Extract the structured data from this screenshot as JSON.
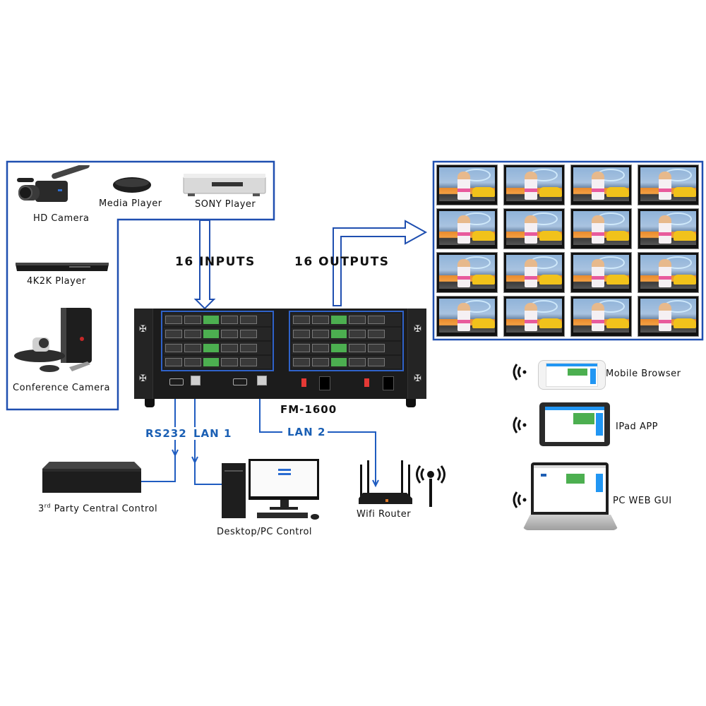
{
  "colors": {
    "line_blue": "#1f4fb0",
    "label_blue": "#1a5fb4",
    "device_black": "#1c1c1c",
    "port_green": "#4caf50",
    "switch_red": "#e53935"
  },
  "sources": {
    "items": [
      {
        "label": "HD Camera",
        "icon": "video-camera-icon"
      },
      {
        "label": "Media Player",
        "icon": "media-player-icon"
      },
      {
        "label": "SONY Player",
        "icon": "dvd-player-icon"
      },
      {
        "label": "4K2K Player",
        "icon": "bluray-player-icon"
      },
      {
        "label": "Conference Camera",
        "icon": "conference-camera-icon"
      }
    ]
  },
  "matrix": {
    "model": "FM-1600",
    "inputs_label": "16 INPUTS",
    "outputs_label": "16 OUTPUTS",
    "input_count": 16,
    "output_count": 16
  },
  "video_wall": {
    "rows": 4,
    "cols": 4
  },
  "connections": {
    "rs232": "RS232",
    "lan1": "LAN 1",
    "lan2": "LAN 2"
  },
  "controllers": {
    "third_party": {
      "prefix": "3",
      "superscript": "rd",
      "label": " Party Central Control"
    },
    "desktop": "Desktop/PC Control",
    "router": "Wifi Router"
  },
  "clients": [
    {
      "label": "Mobile Browser",
      "icon": "smartphone-icon"
    },
    {
      "label": "IPad APP",
      "icon": "tablet-icon"
    },
    {
      "label": "PC WEB GUI",
      "icon": "laptop-icon"
    }
  ]
}
